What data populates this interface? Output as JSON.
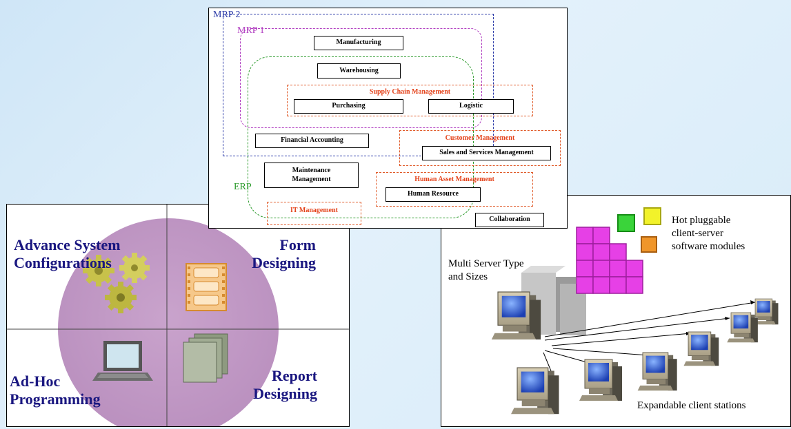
{
  "erp_diagram": {
    "levels": {
      "mrp2": "MRP 2",
      "mrp1": "MRP 1",
      "erp": "ERP"
    },
    "modules": {
      "manufacturing": "Manufacturing",
      "warehousing": "Warehousing",
      "purchasing": "Purchasing",
      "logistic": "Logistic",
      "financial_accounting": "Financial Accounting",
      "sales_services": "Sales and Services Management",
      "maintenance": "Maintenance Management",
      "human_resource": "Human Resource",
      "collaboration": "Collaboration"
    },
    "groups": {
      "supply_chain": "Supply Chain Management",
      "customer": "Customer Management",
      "human_asset": "Human Asset Management",
      "it": "IT Management"
    },
    "colors": {
      "mrp2": "#2b3aa8",
      "mrp1": "#b03cc0",
      "erp": "#2a9a2a",
      "group": "#e4421a"
    }
  },
  "features": {
    "advance_config": "Advance System Configurations",
    "form_designing": "Form Designing",
    "adhoc_programming": "Ad-Hoc Programming",
    "report_designing": "Report Designing",
    "text_color": "#1a1780",
    "circle_color": "#c59bc7"
  },
  "client_server": {
    "modules_label": "Hot pluggable client-server software modules",
    "server_label": "Multi Server Type and Sizes",
    "clients_label": "Expandable client stations",
    "module_colors": {
      "blocks": "#e640e6",
      "green": "#3ad43a",
      "yellow": "#f2f22a",
      "orange": "#f0962a"
    }
  }
}
